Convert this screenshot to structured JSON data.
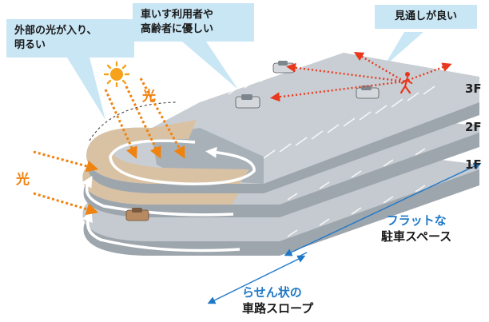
{
  "callouts": {
    "light_line1": "外部の光が入り、",
    "light_line2": "明るい",
    "access_line1": "車いす利用者や",
    "access_line2": "高齢者に優しい",
    "visibility": "見通しが良い"
  },
  "floors": {
    "f3": "3F",
    "f2": "2F",
    "f1": "1F"
  },
  "light_labels": {
    "top": "光",
    "left": "光"
  },
  "bottom_labels": {
    "flat_line1": "フラットな",
    "flat_line2": "駐車スペース",
    "spiral_line1": "らせん状の",
    "spiral_line2": "車路スロープ"
  },
  "colors": {
    "callout_bg": "#c9e6f5",
    "light_orange": "#f0820f",
    "sight_red": "#e8381e",
    "dimension_blue": "#1e78c8",
    "deck_grey": "#b7bec4",
    "ramp_tan": "#d9c2a3"
  },
  "icons": [
    "sun-icon",
    "walking-person-icon",
    "car-icon"
  ]
}
